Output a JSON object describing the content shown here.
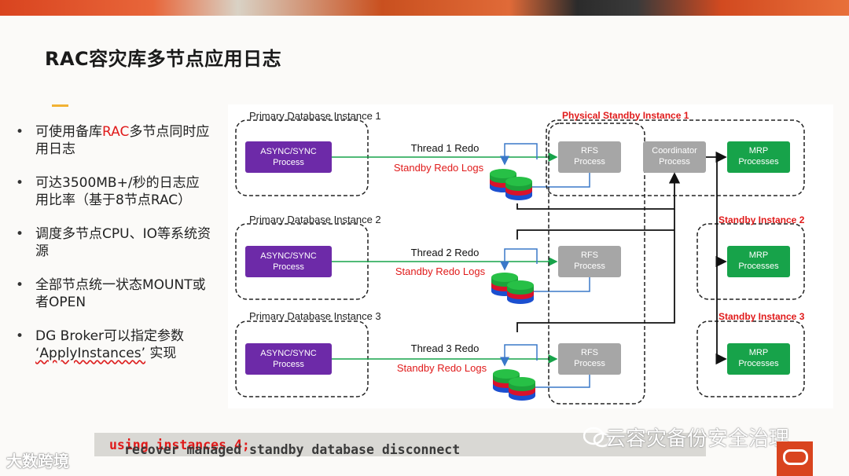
{
  "title": "RAC容灾库多节点应用日志",
  "bullets": [
    {
      "pre": "可使用备库",
      "hl": "RAC",
      "post": "多节点同时应用日志"
    },
    {
      "text": "可达3500MB+/秒的日志应用比率（基于8节点RAC）"
    },
    {
      "text": "调度多节点CPU、IO等系统资源"
    },
    {
      "text": "全部节点统一状态MOUNT或者OPEN"
    },
    {
      "line1": "DG Broker可以指定参数",
      "param": "‘ApplyInstances’",
      "line2": " 实现"
    }
  ],
  "diagram": {
    "primary_instances": [
      {
        "label": "Primary Database Instance 1",
        "process": [
          "ASYNC/SYNC",
          "Process"
        ],
        "thread": "Thread 1 Redo",
        "srl": "Standby Redo Logs"
      },
      {
        "label": "Primary Database Instance 2",
        "process": [
          "ASYNC/SYNC",
          "Process"
        ],
        "thread": "Thread 2 Redo",
        "srl": "Standby Redo Logs"
      },
      {
        "label": "Primary Database Instance 3",
        "process": [
          "ASYNC/SYNC",
          "Process"
        ],
        "thread": "Thread 3 Redo",
        "srl": "Standby Redo Logs"
      }
    ],
    "standby_labels": [
      "Physical Standby Instance 1",
      "Standby Instance 2",
      "Standby Instance 3"
    ],
    "rfs": [
      "RFS",
      "Process"
    ],
    "coordinator": [
      "Coordinator",
      "Process"
    ],
    "mrp": [
      "MRP",
      "Processes"
    ],
    "colors": {
      "purple": "#6d2aa8",
      "gray": "#a6a6a6",
      "green": "#17a34a",
      "red": "#e01a1a",
      "blue": "#3a78c9"
    }
  },
  "command": {
    "pre": "recover managed standby database disconnect ",
    "kw": "using instances 4;"
  },
  "watermarks": {
    "left": "大数跨境",
    "right": "云容灾备份安全治理"
  },
  "icons": {
    "wechat": "wechat-icon",
    "oracle": "oracle-logo"
  }
}
